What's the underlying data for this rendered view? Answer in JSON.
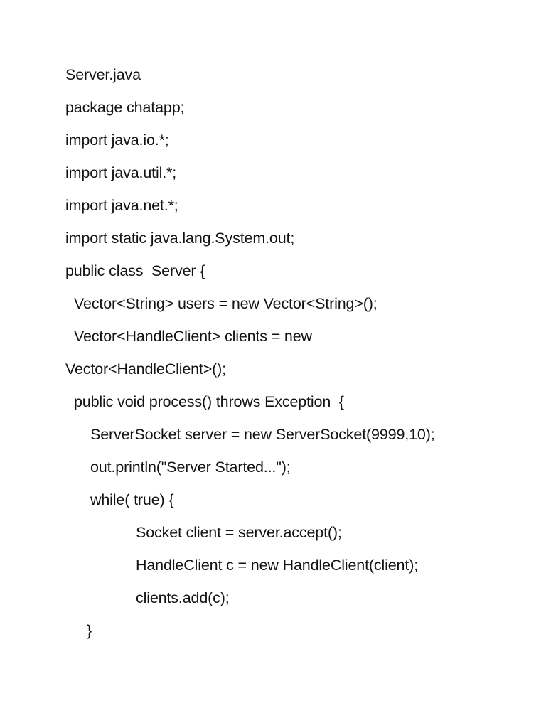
{
  "document": {
    "title": "Server.java",
    "text_color": "#131313",
    "background_color": "#ffffff",
    "lines": [
      {
        "text": "Server.java",
        "indent": "ind-0"
      },
      {
        "text": "package chatapp;",
        "indent": "ind-0"
      },
      {
        "text": "import java.io.*;",
        "indent": "ind-0"
      },
      {
        "text": "import java.util.*;",
        "indent": "ind-0"
      },
      {
        "text": "import java.net.*;",
        "indent": "ind-0"
      },
      {
        "text": "import static java.lang.System.out;",
        "indent": "ind-0"
      },
      {
        "text": "public class  Server {",
        "indent": "ind-0"
      },
      {
        "text": "Vector<String> users = new Vector<String>();",
        "indent": "ind-1"
      },
      {
        "text": "Vector<HandleClient> clients = new",
        "indent": "ind-1"
      },
      {
        "text": "Vector<HandleClient>();",
        "indent": "ind-0"
      },
      {
        "text": "public void process() throws Exception  {",
        "indent": "ind-1"
      },
      {
        "text": "ServerSocket server = new ServerSocket(9999,10);",
        "indent": "ind-2"
      },
      {
        "text": "out.println(\"Server Started...\");",
        "indent": "ind-2"
      },
      {
        "text": "while( true) {",
        "indent": "ind-2"
      },
      {
        "text": "Socket client = server.accept();",
        "indent": "ind-3"
      },
      {
        "text": "HandleClient c = new HandleClient(client);",
        "indent": "ind-3"
      },
      {
        "text": "clients.add(c);",
        "indent": "ind-3"
      },
      {
        "text": "}",
        "indent": "ind-close"
      }
    ]
  }
}
